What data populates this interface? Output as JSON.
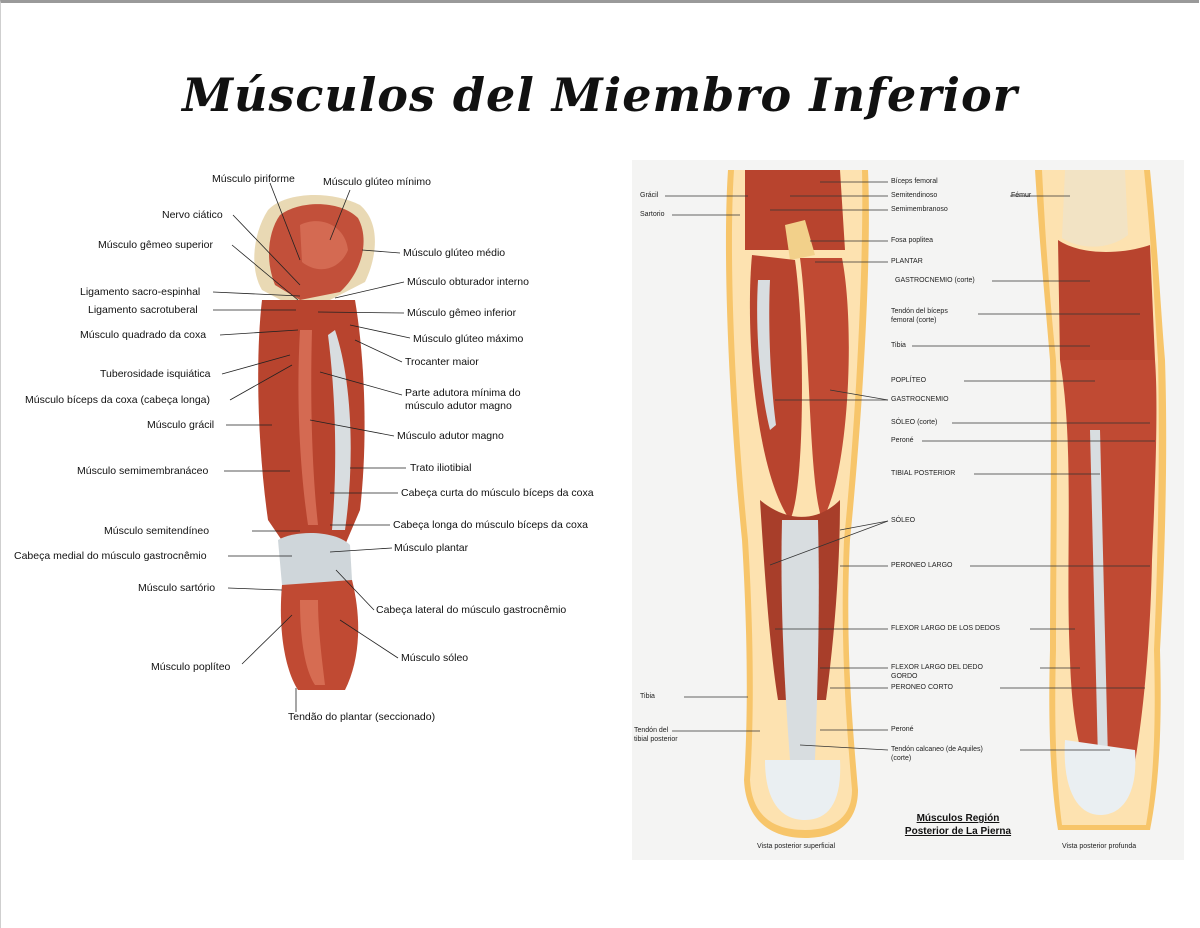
{
  "title": "Músculos del Miembro Inferior",
  "left_figure": {
    "labels": {
      "piriforme": "Músculo piriforme",
      "gluteo_minimo": "Músculo glúteo mínimo",
      "nervo_ciatico": "Nervo ciático",
      "gemeo_superior": "Músculo gêmeo superior",
      "gluteo_medio": "Músculo glúteo médio",
      "obturador_interno": "Músculo obturador interno",
      "lig_sacroespinhal": "Ligamento sacro-espinhal",
      "lig_sacrotuberal": "Ligamento sacrotuberal",
      "gemeo_inferior": "Músculo gêmeo inferior",
      "quadrado_coxa": "Músculo quadrado da coxa",
      "gluteo_maximo": "Músculo glúteo máximo",
      "trocanter": "Trocanter maior",
      "tuberosidade": "Tuberosidade isquiática",
      "biceps_longa": "Músculo bíceps da coxa (cabeça longa)",
      "parte_adutora_1": "Parte adutora mínima do",
      "parte_adutora_2": "músculo adutor magno",
      "gracil": "Músculo grácil",
      "adutor_magno": "Músculo adutor magno",
      "semimembranaceo": "Músculo semimembranáceo",
      "trato_iliotibial": "Trato iliotibial",
      "cabeca_curta": "Cabeça curta do músculo bíceps da coxa",
      "semitendineo": "Músculo semitendíneo",
      "cabeca_longa": "Cabeça longa do músculo bíceps da coxa",
      "gastro_medial": "Cabeça medial do músculo gastrocnêmio",
      "plantar": "Músculo plantar",
      "sartorio": "Músculo sartório",
      "gastro_lateral": "Cabeça lateral do músculo gastrocnêmio",
      "soleo": "Músculo sóleo",
      "popliteo": "Músculo poplíteo",
      "tendao_plantar": "Tendão do plantar (seccionado)"
    }
  },
  "right_figure": {
    "labels": {
      "gracil": "Grácil",
      "sartorio": "Sartorio",
      "tibia_left": "Tibia",
      "tendon_tibial_post_1": "Tendón del",
      "tendon_tibial_post_2": "tibial posterior",
      "biceps_femoral": "Bíceps femoral",
      "semitendinoso": "Semitendinoso",
      "semimembranoso": "Semimembranoso",
      "fosa_poplitea": "Fosa poplitea",
      "plantar": "PLANTAR",
      "gastro_corte": "GASTROCNEMIO (corte)",
      "tendon_biceps_1": "Tendón del bíceps",
      "tendon_biceps_2": "femoral (corte)",
      "tibia": "Tibia",
      "popliteo": "POPLÍTEO",
      "gastrocnemio": "GASTROCNEMIO",
      "soleo_corte": "SÓLEO (corte)",
      "perone_1": "Peroné",
      "tibial_posterior": "TIBIAL POSTERIOR",
      "soleo": "SÓLEO",
      "peroneo_largo": "PERONEO LARGO",
      "flexor_dedos": "FLEXOR LARGO DE LOS DEDOS",
      "flexor_gordo_1": "FLEXOR LARGO DEL DEDO",
      "flexor_gordo_2": "GORDO",
      "peroneo_corto": "PERONEO CORTO",
      "perone_2": "Peroné",
      "aquiles_1": "Tendón calcaneo (de Aquiles)",
      "aquiles_2": "(corte)",
      "femur": "Fémur",
      "caption_1": "Músculos Región",
      "caption_2": "Posterior de La Pierna",
      "vista_superficial": "Vista posterior superficial",
      "vista_profunda": "Vista posterior profunda"
    }
  },
  "colors": {
    "muscle": "#b8442e",
    "muscle_light": "#d4694e",
    "tendon": "#d8dde0",
    "bone": "#f2e3c4",
    "skin_outline": "#f0b43c"
  }
}
